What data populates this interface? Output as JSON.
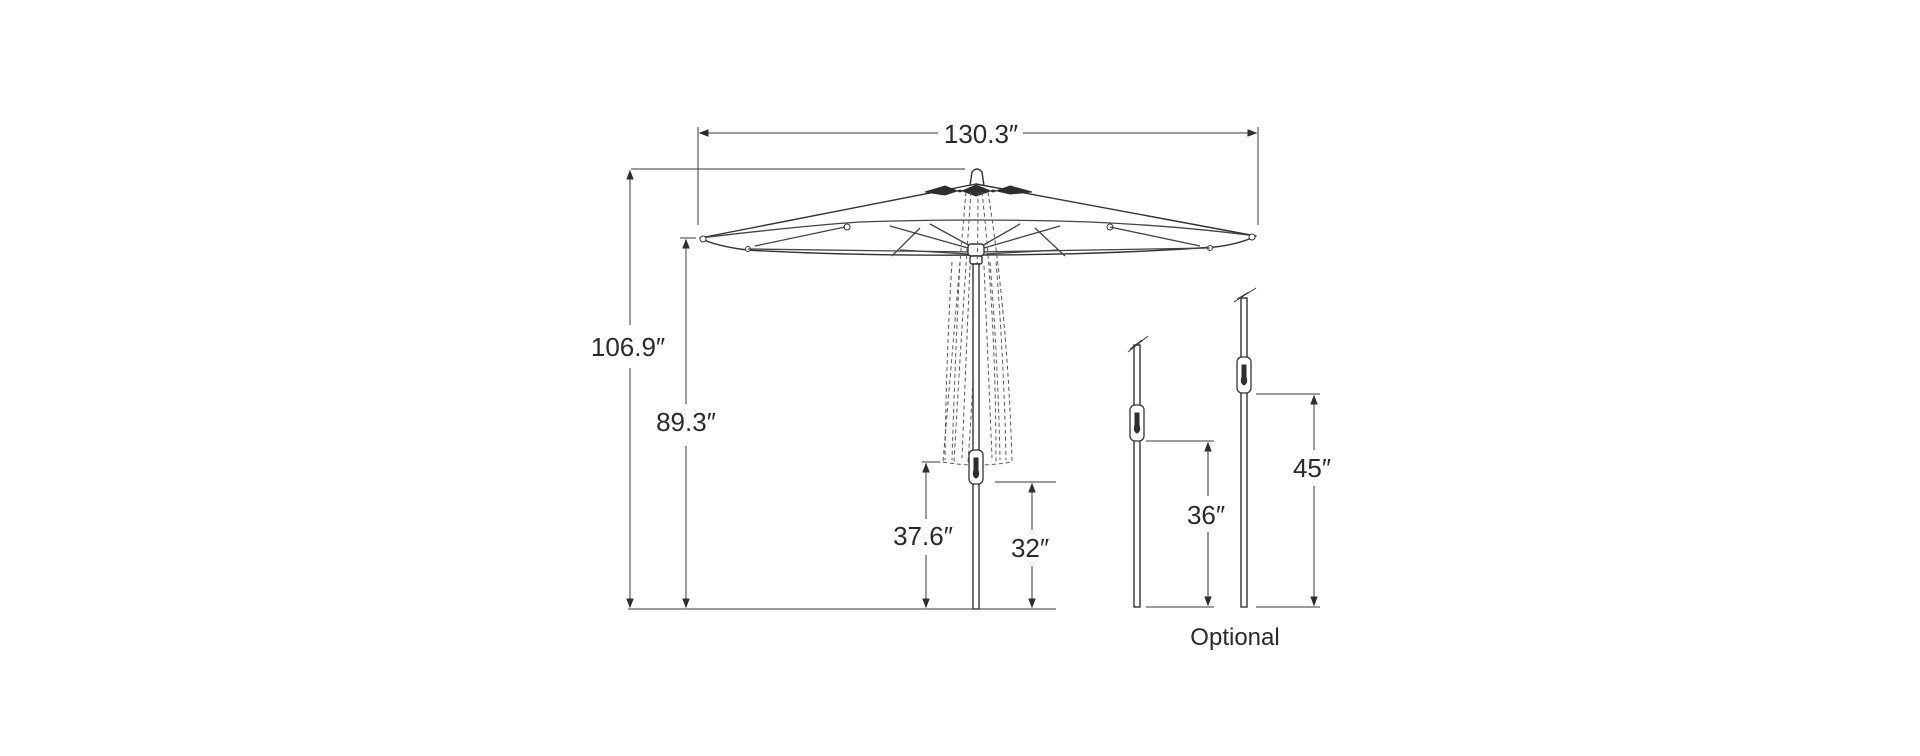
{
  "dimensions": {
    "width": "130.3″",
    "total_height": "106.9″",
    "canopy_height": "89.3″",
    "crank_height_main": "37.6″",
    "crank_height_offset": "32″",
    "optional_short": "36″",
    "optional_tall": "45″"
  },
  "labels": {
    "optional": "Optional"
  },
  "colors": {
    "line": "#333333",
    "text": "#2a2a2a",
    "background": "#ffffff"
  }
}
